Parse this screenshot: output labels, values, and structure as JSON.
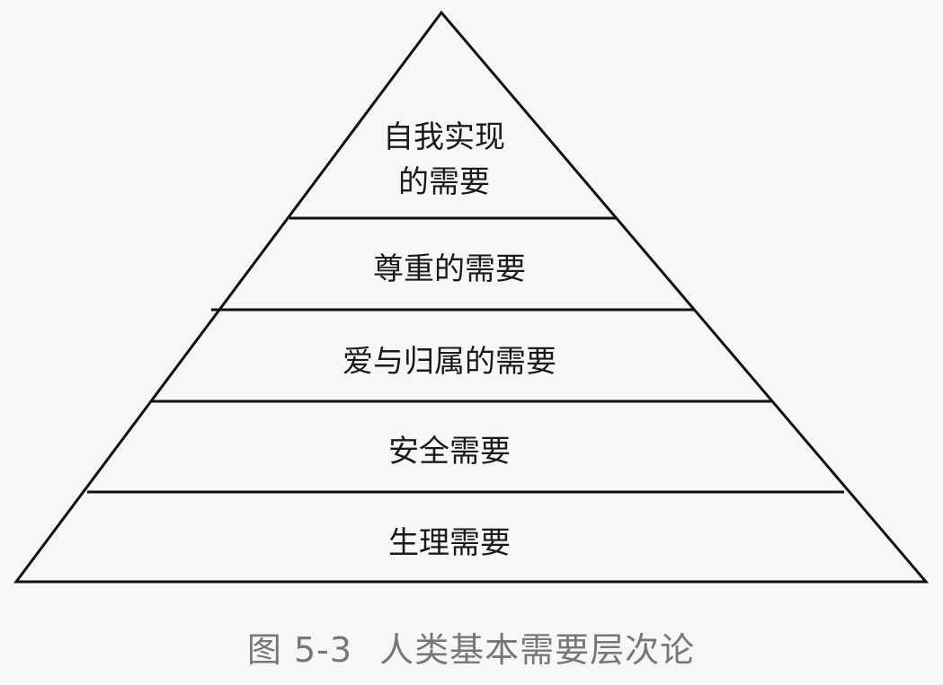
{
  "diagram": {
    "type": "pyramid",
    "levels": [
      {
        "label_line1": "自我实现",
        "label_line2": "的需要"
      },
      {
        "label": "尊重的需要"
      },
      {
        "label": "爱与归属的需要"
      },
      {
        "label": "安全需要"
      },
      {
        "label": "生理需要"
      }
    ],
    "caption": {
      "figure_number": "图 5-3",
      "title": "人类基本需要层次论"
    }
  }
}
